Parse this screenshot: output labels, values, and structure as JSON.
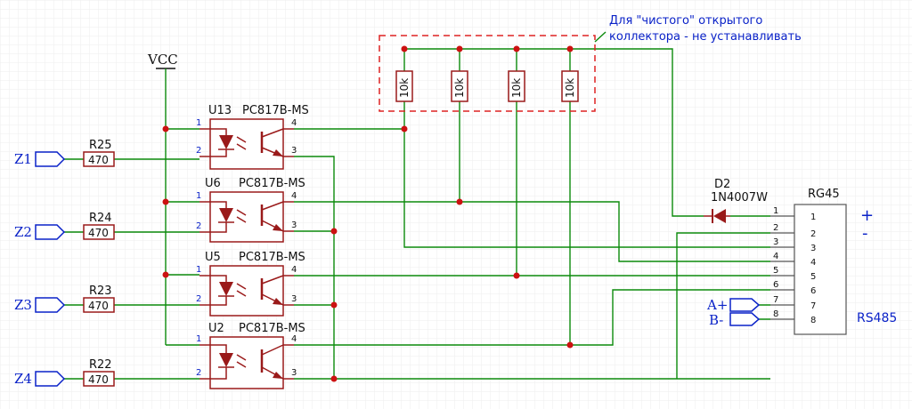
{
  "vcc": "VCC",
  "note": {
    "line1": "Для \"чистого\" открытого",
    "line2": "коллектора - не устанавливать"
  },
  "inputs": [
    {
      "port": "Z1",
      "resistor": "R25",
      "value": "470"
    },
    {
      "port": "Z2",
      "resistor": "R24",
      "value": "470"
    },
    {
      "port": "Z3",
      "resistor": "R23",
      "value": "470"
    },
    {
      "port": "Z4",
      "resistor": "R22",
      "value": "470"
    }
  ],
  "optos": [
    {
      "ref": "U13",
      "part": "PC817B-MS"
    },
    {
      "ref": "U6",
      "part": "PC817B-MS"
    },
    {
      "ref": "U5",
      "part": "PC817B-MS"
    },
    {
      "ref": "U2",
      "part": "PC817B-MS"
    }
  ],
  "opto_pins": [
    "1",
    "2",
    "3",
    "4"
  ],
  "pullups": [
    "10k",
    "10k",
    "10k",
    "10k"
  ],
  "diode": {
    "ref": "D2",
    "part": "1N4007W"
  },
  "connector": {
    "ref": "RG45",
    "name": "RS485",
    "pins": [
      "1",
      "2",
      "3",
      "4",
      "5",
      "6",
      "7",
      "8"
    ],
    "plus": "+",
    "minus": "-",
    "a_label": "A+",
    "b_label": "B-"
  },
  "colors": {
    "wire": "#0b8a0b",
    "part": "#9a1a1a",
    "label": "#0a22c8",
    "junction": "#cc1111"
  }
}
